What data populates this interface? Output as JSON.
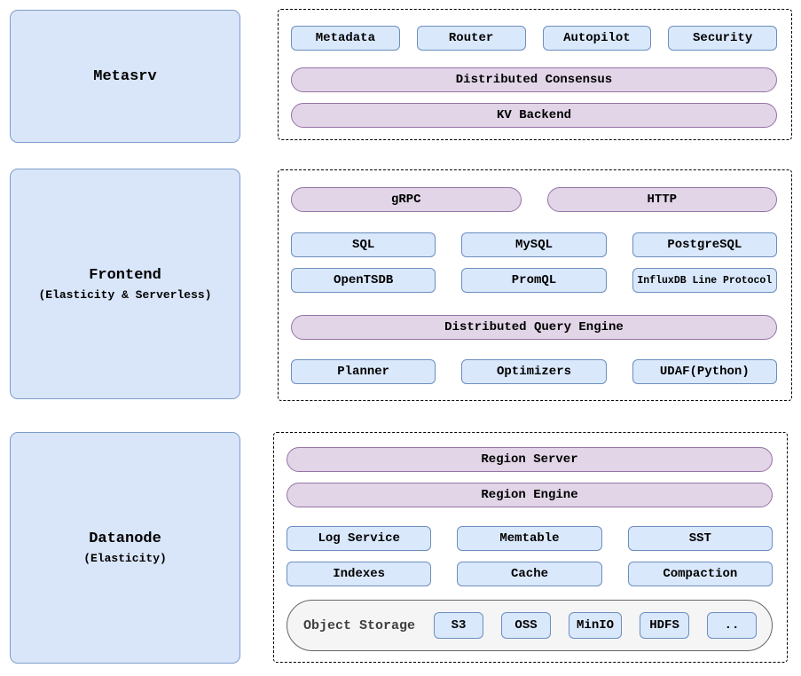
{
  "colors": {
    "component_fill": "#dae8fc",
    "component_border": "#6c8ebf",
    "pill_fill": "#e1d5e7",
    "pill_border": "#9673a6",
    "node_fill": "#d9e6f9",
    "node_border": "#7e9dcb",
    "storage_fill": "#f5f5f5",
    "storage_border": "#666666",
    "panel_border": "#000000"
  },
  "nodes": [
    {
      "title": "Metasrv"
    },
    {
      "title": "Frontend",
      "subtitle": "(Elasticity & Serverless)"
    },
    {
      "title": "Datanode",
      "subtitle": "(Elasticity)"
    }
  ],
  "metasrv_panel": {
    "components": [
      "Metadata",
      "Router",
      "Autopilot",
      "Security"
    ],
    "consensus": "Distributed Consensus",
    "kv_backend": "KV Backend"
  },
  "frontend_panel": {
    "grpc": "gRPC",
    "http": "HTTP",
    "protocols_row1": [
      "SQL",
      "MySQL",
      "PostgreSQL"
    ],
    "protocols_row2": [
      "OpenTSDB",
      "PromQL",
      "InfluxDB Line Protocol"
    ],
    "query_engine": "Distributed Query Engine",
    "engine_parts": [
      "Planner",
      "Optimizers",
      "UDAF(Python)"
    ]
  },
  "datanode_panel": {
    "region_server": "Region Server",
    "region_engine": "Region Engine",
    "components_row1": [
      "Log Service",
      "Memtable",
      "SST"
    ],
    "components_row2": [
      "Indexes",
      "Cache",
      "Compaction"
    ],
    "object_storage": {
      "label": "Object Storage",
      "backends": [
        "S3",
        "OSS",
        "MinIO",
        "HDFS",
        ".."
      ]
    }
  }
}
